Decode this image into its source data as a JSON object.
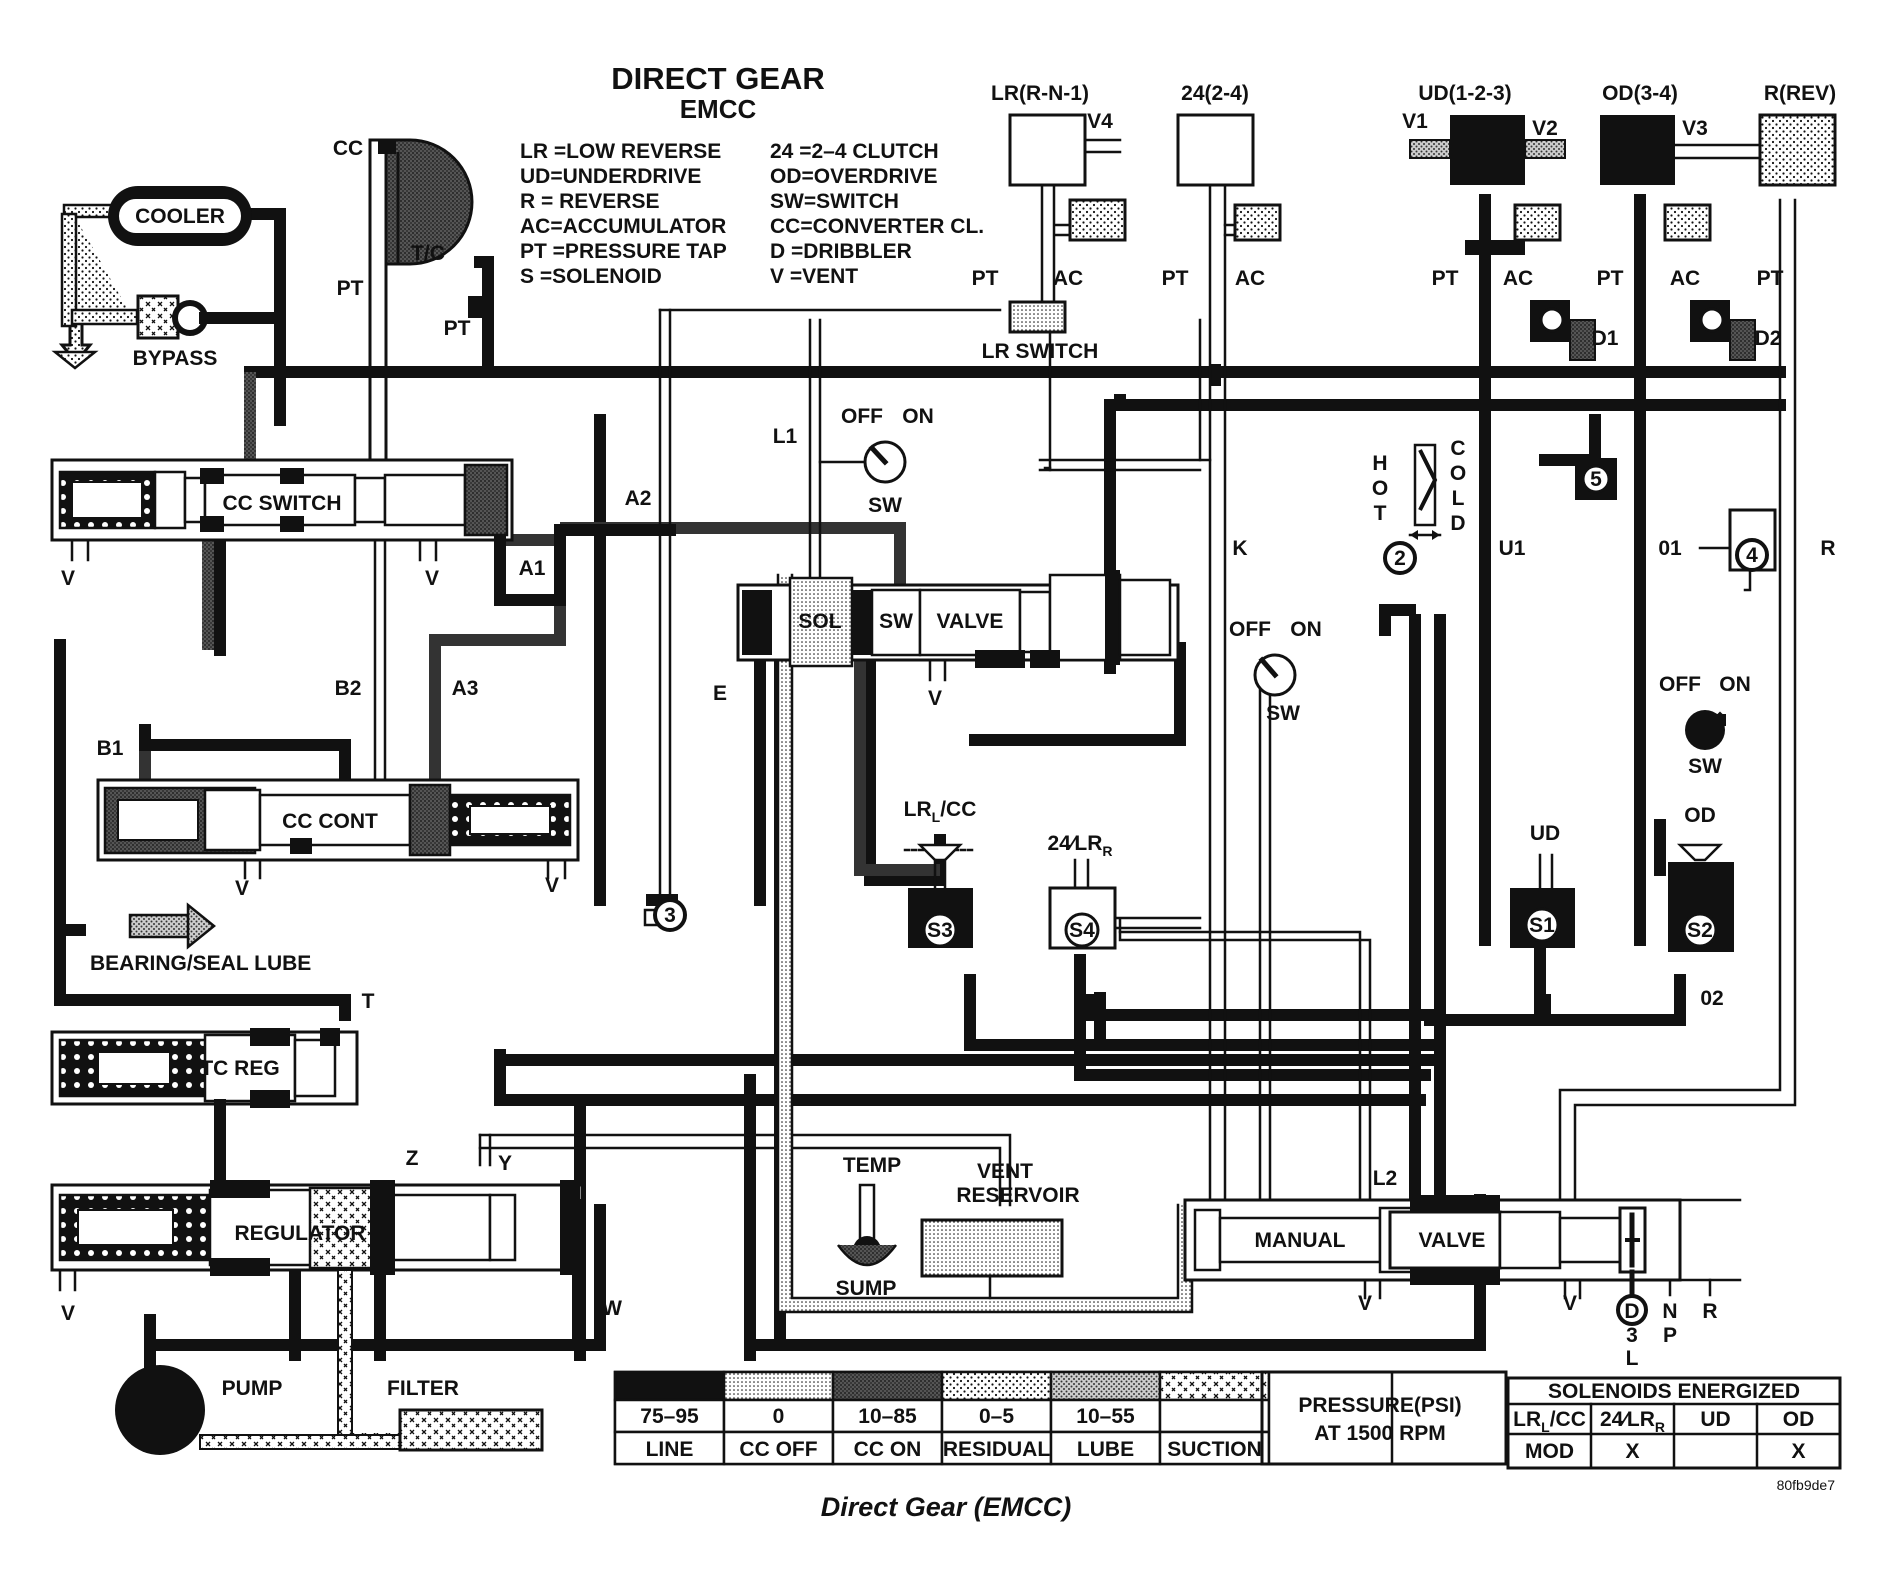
{
  "title": "DIRECT GEAR",
  "subtitle": "EMCC",
  "caption": "Direct Gear (EMCC)",
  "figure_code": "80fb9de7",
  "legend_abbrev": [
    "LR =LOW REVERSE",
    "UD=UNDERDRIVE",
    "R  = REVERSE",
    "AC=ACCUMULATOR",
    "PT =PRESSURE TAP",
    "S  =SOLENOID",
    "24  =2–4 CLUTCH",
    "OD=OVERDRIVE",
    "SW=SWITCH",
    "CC=CONVERTER CL.",
    "D   =DRIBBLER",
    "V   =VENT"
  ],
  "components": {
    "cooler": "COOLER",
    "bypass": "BYPASS",
    "cc_switch": "CC SWITCH",
    "tc": "T/C",
    "cc": "CC",
    "cc_cont": "CC CONT",
    "bearing_seal_lube": "BEARING/SEAL LUBE",
    "tc_reg": "TC REG",
    "regulator": "REGULATOR",
    "pump": "PUMP",
    "filter": "FILTER",
    "sol": "SOL",
    "sw": "SW",
    "valve": "VALVE",
    "lr_switch": "LR SWITCH",
    "manual": "MANUAL",
    "manual_valve": "VALVE",
    "temp": "TEMP",
    "sump": "SUMP",
    "vent": "VENT",
    "reservoir": "RESERVOIR",
    "lr_cc_sol": "LRₗ/CC",
    "lr_cc_sol_base": "LR",
    "lr_cc_sol_sub": "L",
    "lr_cc_sol_tail": "/CC",
    "sol_24_base": "24⁄LR",
    "sol_24_sub": "R",
    "ud_sol": "UD",
    "od_sol": "OD"
  },
  "clutches": {
    "lr": "LR(R-N-1)",
    "c24": "24(2-4)",
    "ud": "UD(1-2-3)",
    "od": "OD(3-4)",
    "rev": "R(REV)"
  },
  "ports": {
    "v": "V",
    "v1": "V1",
    "v2": "V2",
    "v3": "V3",
    "v4": "V4",
    "pt": "PT",
    "ac": "AC",
    "d1": "D1",
    "d2": "D2",
    "l1": "L1",
    "l2": "L2",
    "a1": "A1",
    "a2": "A2",
    "a3": "A3",
    "b1": "B1",
    "b2": "B2",
    "e": "E",
    "k": "K",
    "u1": "U1",
    "o1": "01",
    "o2": "02",
    "r": "R",
    "t": "T",
    "w": "W",
    "y": "Y",
    "z": "Z"
  },
  "switch_states": {
    "off": "OFF",
    "on": "ON",
    "sw": "SW"
  },
  "thermal": {
    "hot": [
      "H",
      "O",
      "T"
    ],
    "cold": [
      "C",
      "O",
      "L",
      "D"
    ]
  },
  "checkballs": [
    "2",
    "3",
    "4",
    "5"
  ],
  "solenoids": [
    "S1",
    "S2",
    "S3",
    "S4"
  ],
  "gear_selector": {
    "selected": "D",
    "positions": [
      "N",
      "R",
      "P",
      "3",
      "L"
    ]
  },
  "pressure_legend": {
    "values": [
      "75–95",
      "0",
      "10–85",
      "0–5",
      "10–55",
      ""
    ],
    "names": [
      "LINE",
      "CC OFF",
      "CC ON",
      "RESIDUAL",
      "LUBE",
      "SUCTION"
    ],
    "title": [
      "PRESSURE(PSI)",
      "AT 1500 RPM"
    ]
  },
  "solenoid_table": {
    "header": "SOLENOIDS ENERGIZED",
    "columns": [
      "LRₗ/CC",
      "24⁄LRᵣ",
      "UD",
      "OD"
    ],
    "col_base": [
      "LR",
      "24⁄LR",
      "UD",
      "OD"
    ],
    "col_sub": [
      "L",
      "R",
      "",
      ""
    ],
    "col_tail": [
      "/CC",
      "",
      "",
      ""
    ],
    "row": [
      "MOD",
      "X",
      "",
      "X"
    ]
  },
  "colors": {
    "ink": "#111111",
    "paper": "#ffffff"
  }
}
